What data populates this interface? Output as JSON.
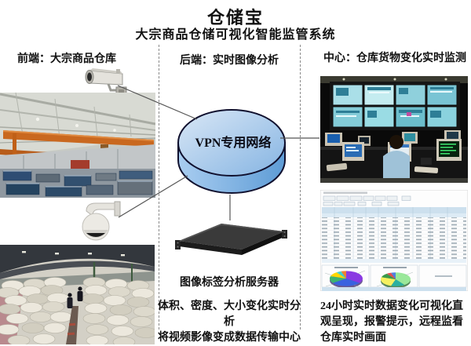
{
  "title": "仓储宝",
  "subtitle": "大宗商品仓储可视化智能监管系统",
  "sections": {
    "front": {
      "header": "前端：大宗商品仓库"
    },
    "back": {
      "header": "后端：实时图像分析",
      "network_label": "VPN专用网络",
      "server_label": "图像标签分析服务器",
      "description_lines": [
        "体积、密度、大小变化实时分析",
        "将视频影像变成数据传输中心"
      ]
    },
    "center": {
      "header": "中心：仓库货物变化实时监测",
      "description": "24小时实时数据变化可视化直观呈现，报警提示，远程监看仓库实时画面"
    }
  },
  "icons": {
    "bullet_camera": "cctv-bullet-camera-icon",
    "dome_camera": "ptz-dome-camera-icon",
    "vpn_cloud": "network-disk-icon",
    "analysis_server": "rack-server-icon"
  },
  "colors": {
    "background": "#ffffff",
    "text": "#111111",
    "divider": "#8a8a8a",
    "connector_line": "#555555",
    "cloud_top_light": "#d3e3f4",
    "cloud_top_dark": "#8db9e4",
    "cloud_side": "#6fa3d8",
    "cloud_outline": "#10102e",
    "server_body": "#2e2e2e",
    "crane_orange": "#c9681f",
    "monitor_teal": "#8fd4de",
    "dashboard_header_blue": "#cde0ee"
  }
}
